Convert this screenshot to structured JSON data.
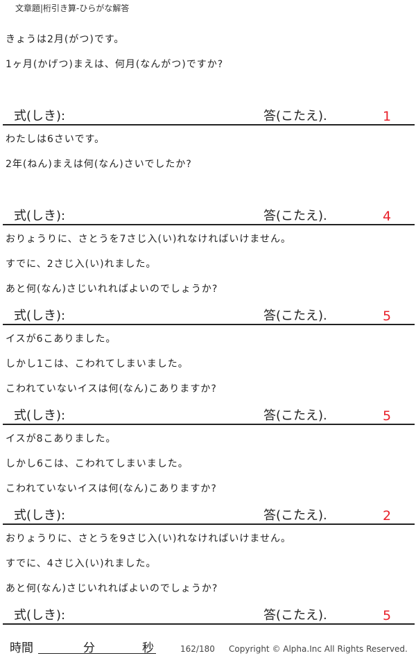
{
  "header": {
    "title": "文章題|桁引き算-ひらがな解答"
  },
  "labels": {
    "formula": "式(しき):",
    "answer": "答(こたえ)."
  },
  "problems": [
    {
      "lines": [
        "きょうは2月(がつ)です。",
        "1ヶ月(かげつ)まえは、何月(なんがつ)ですか?",
        ""
      ],
      "answer": "1"
    },
    {
      "lines": [
        "わたしは6さいです。",
        "2年(ねん)まえは何(なん)さいでしたか?",
        ""
      ],
      "answer": "4"
    },
    {
      "lines": [
        "おりょうりに、さとうを7さじ入(い)れなければいけません。",
        "すでに、2さじ入(い)れました。",
        "あと何(なん)さじいれればよいのでしょうか?"
      ],
      "answer": "5"
    },
    {
      "lines": [
        "イスが6こありました。",
        "しかし1こは、こわれてしまいました。",
        "こわれていないイスは何(なん)こありますか?"
      ],
      "answer": "5"
    },
    {
      "lines": [
        "イスが8こありました。",
        "しかし6こは、こわれてしまいました。",
        "こわれていないイスは何(なん)こありますか?"
      ],
      "answer": "2"
    },
    {
      "lines": [
        "おりょうりに、さとうを9さじ入(い)れなければいけません。",
        "すでに、4さじ入(い)れました。",
        "あと何(なん)さじいれればよいのでしょうか?"
      ],
      "answer": "5"
    }
  ],
  "footer": {
    "time": "時間",
    "minutes": "分",
    "seconds": "秒",
    "page": "162/180",
    "copyright": "Copyright ©  Alpha.Inc All Rights Reserved."
  }
}
